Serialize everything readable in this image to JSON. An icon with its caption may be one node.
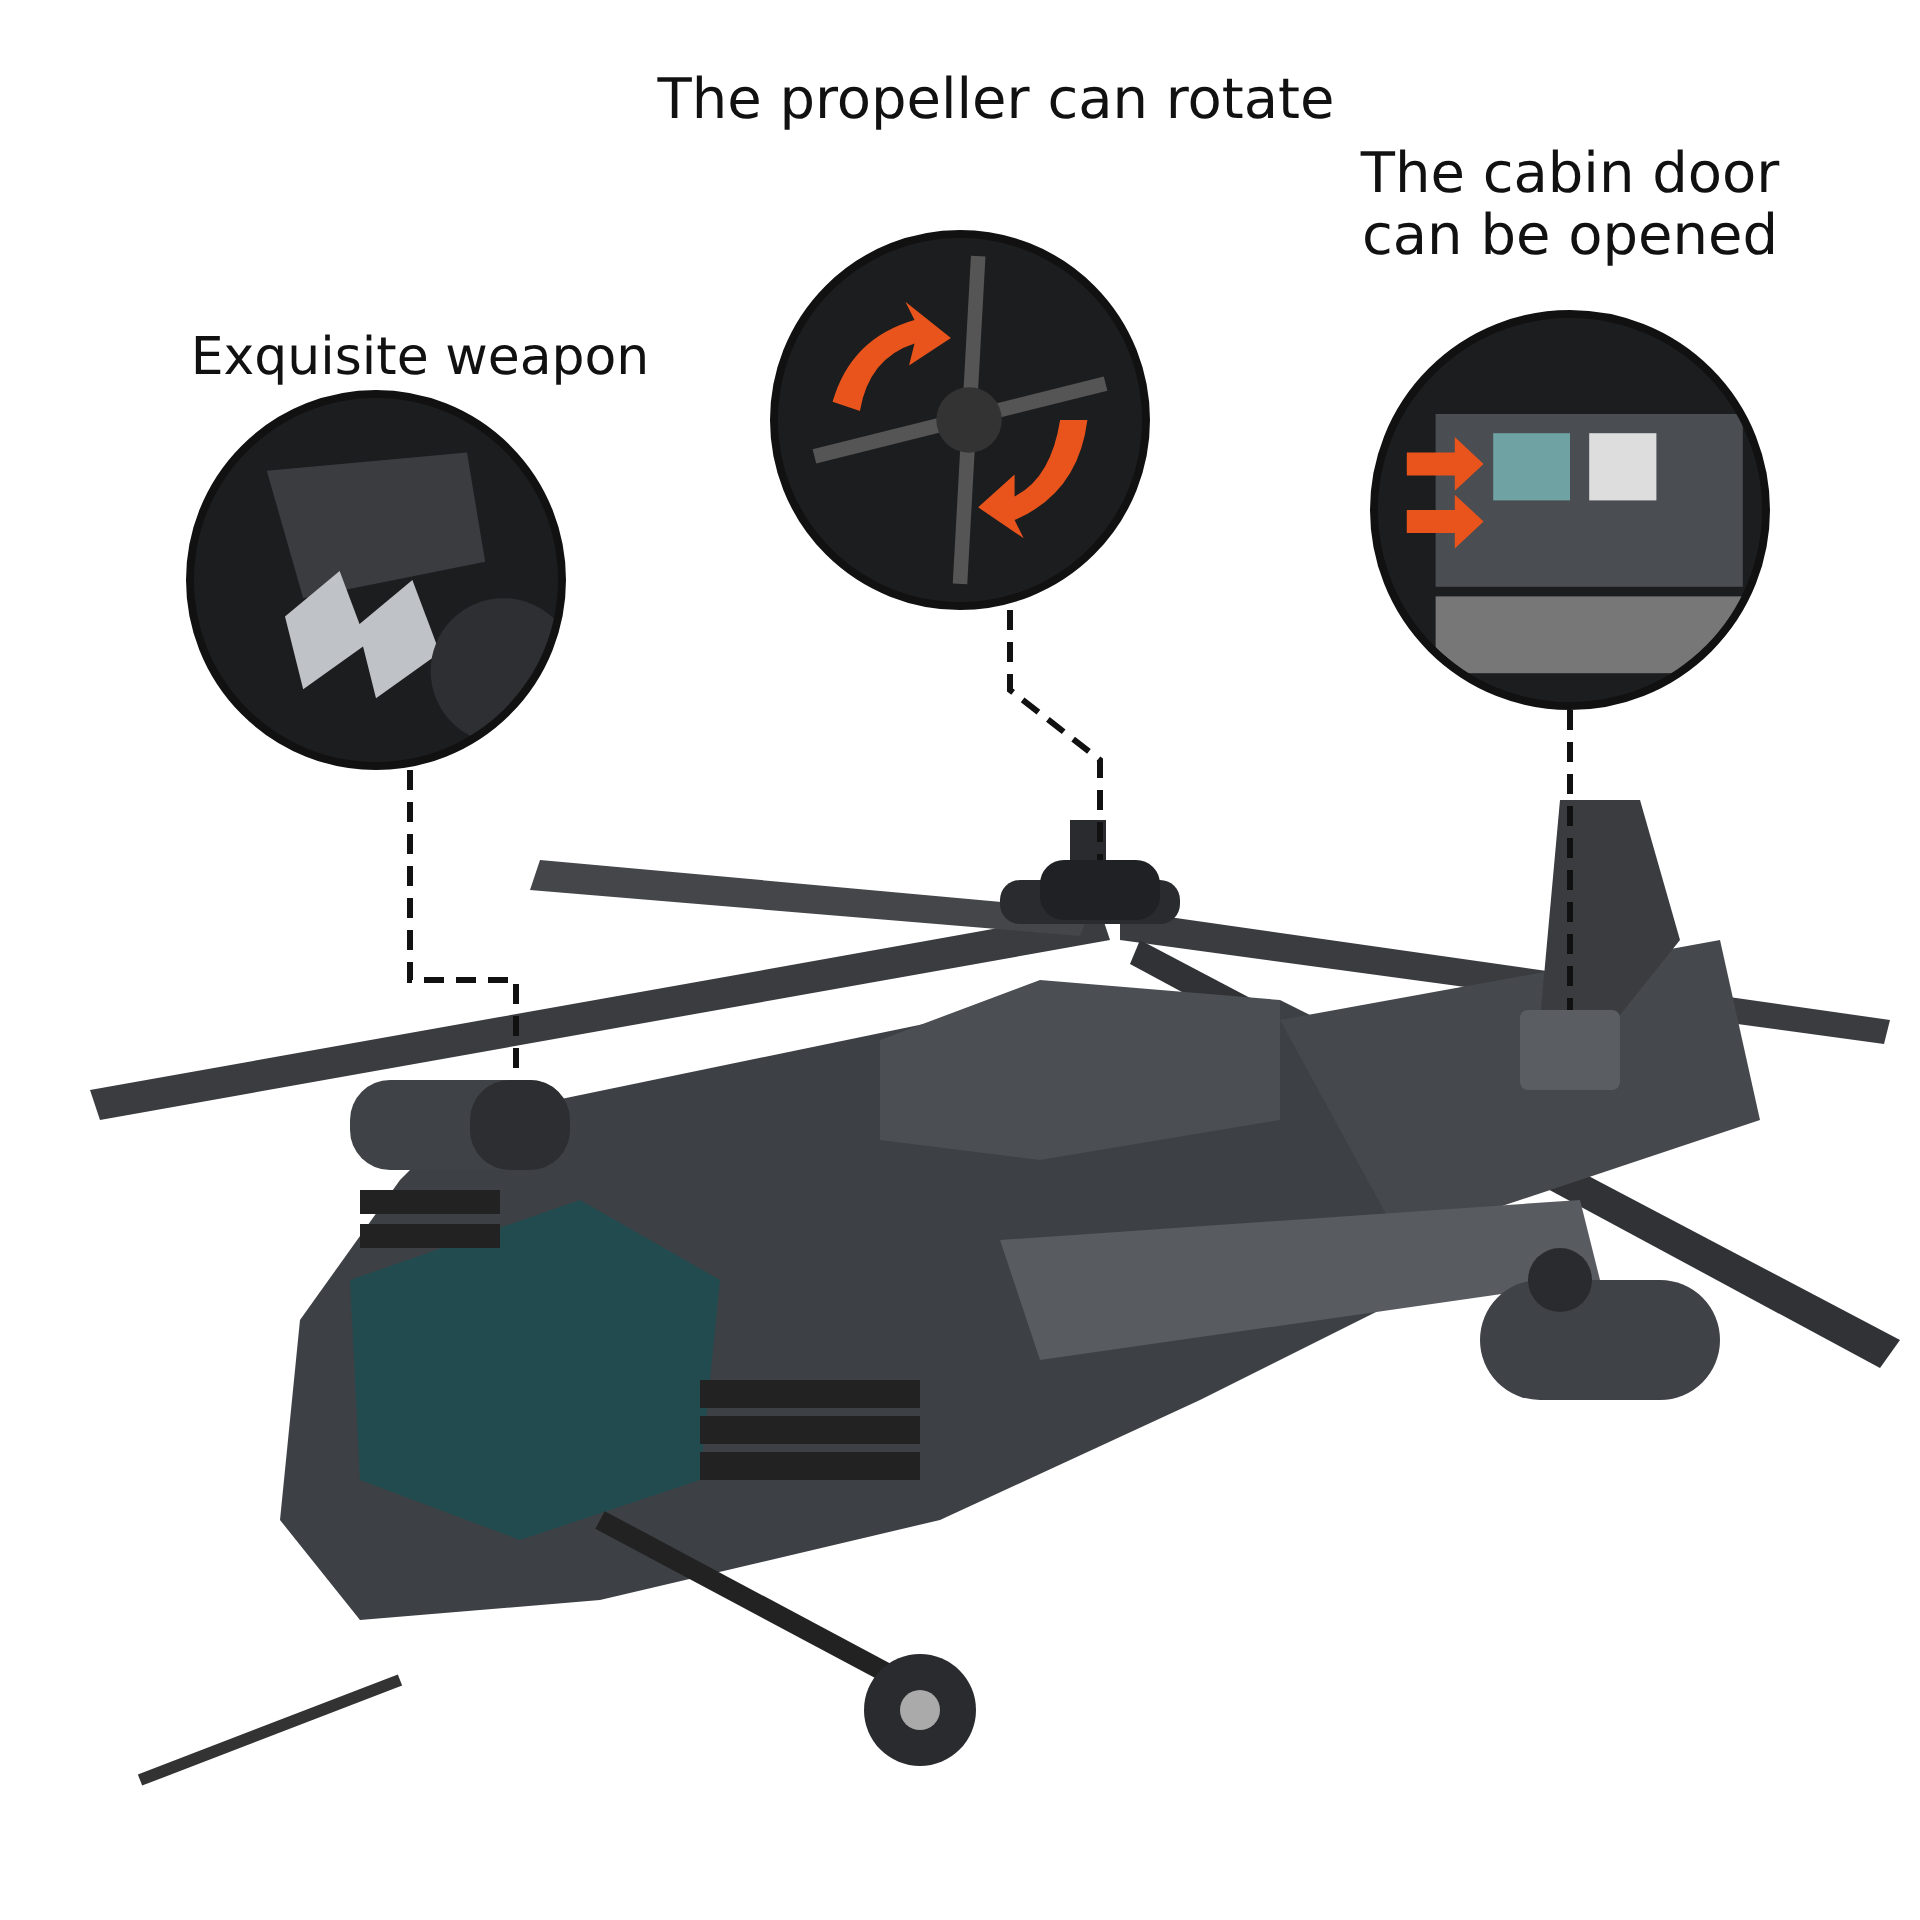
{
  "diagram": {
    "nodes": [
      {
        "text": [
          "Exquisite weapon"
        ]
      },
      {
        "text": [
          "The propeller can rotate"
        ]
      },
      {
        "text": [
          "The cabin door can be opened"
        ]
      },
      {
        "text": [],
        "shape": "box"
      },
      {
        "text": [],
        "shape": "box"
      },
      {
        "text": [],
        "shape": "box"
      }
    ],
    "edges": [
      {
        "from": 0,
        "to": 3,
        "arrow": "none",
        "style": "dashed"
      },
      {
        "from": 1,
        "to": 4,
        "arrow": "none",
        "style": "dashed"
      },
      {
        "from": 2,
        "to": 5,
        "arrow": "none",
        "style": "dashed"
      }
    ]
  }
}
